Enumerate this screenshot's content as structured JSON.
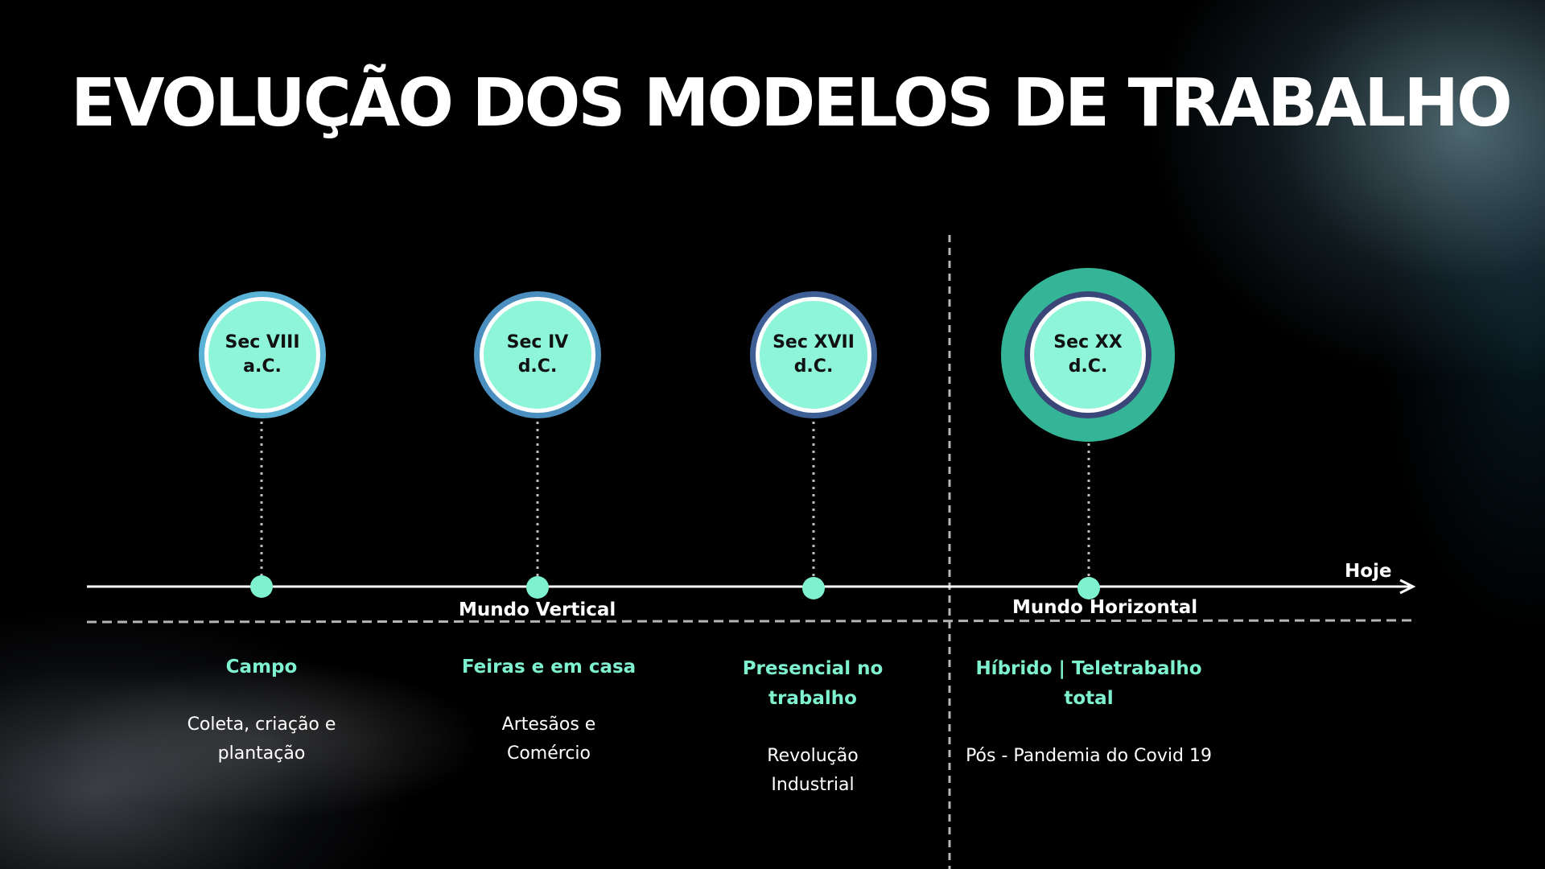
{
  "title": "EVOLUÇÃO DOS MODELOS DE TRABALHO",
  "today_label": "Hoje",
  "worlds": {
    "vertical": "Mundo Vertical",
    "horizontal": "Mundo Horizontal"
  },
  "colors": {
    "accent": "#7ef2cf",
    "circle_fill": "#8ef5d8",
    "ring_1": "#5ab3d6",
    "ring_2": "#4a8fc0",
    "ring_3": "#3d5f96",
    "ring_4_outer": "#35b597",
    "ring_4_inner": "#3a4578",
    "background": "#000000"
  },
  "eras": [
    {
      "period_line1": "Sec VIII",
      "period_line2": "a.C.",
      "heading_line1": "Campo",
      "heading_line2": "",
      "desc_line1": "Coleta, criação e",
      "desc_line2": "plantação"
    },
    {
      "period_line1": "Sec IV",
      "period_line2": "d.C.",
      "heading_line1": "Feiras e em casa",
      "heading_line2": "",
      "desc_line1": "Artesãos e",
      "desc_line2": "Comércio"
    },
    {
      "period_line1": "Sec XVII",
      "period_line2": "d.C.",
      "heading_line1": "Presencial no",
      "heading_line2": "trabalho",
      "desc_line1": "Revolução",
      "desc_line2": "Industrial"
    },
    {
      "period_line1": "Sec XX",
      "period_line2": "d.C.",
      "heading_line1": "Híbrido | Teletrabalho",
      "heading_line2": "total",
      "desc_line1": "Pós - Pandemia do Covid 19",
      "desc_line2": ""
    }
  ]
}
